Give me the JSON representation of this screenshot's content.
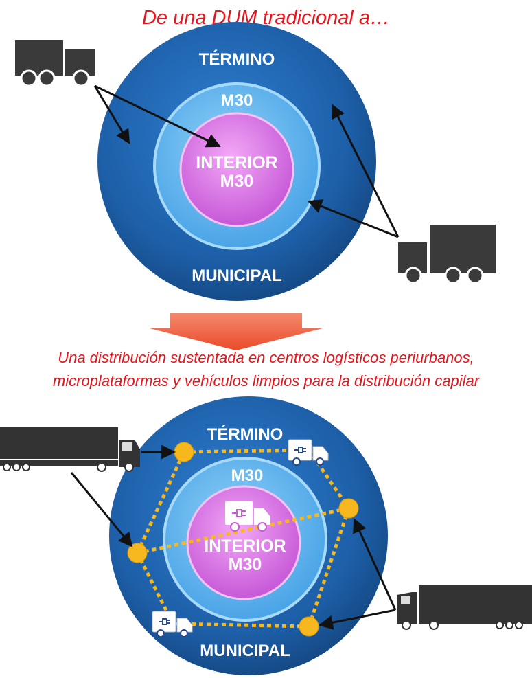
{
  "title": "De una DUM tradicional a…",
  "subtitle_line1": "Una distribución sustentada en centros logísticos periurbanos,",
  "subtitle_line2": "microplataformas y vehículos limpios para la distribución capilar",
  "top_diagram": {
    "outer_label_top": "TÉRMINO",
    "outer_label_bottom": "MUNICIPAL",
    "middle_label": "M30",
    "inner_label_1": "INTERIOR",
    "inner_label_2": "M30"
  },
  "bottom_diagram": {
    "outer_label_top": "TÉRMINO",
    "outer_label_bottom": "MUNICIPAL",
    "middle_label": "M30",
    "inner_label_1": "INTERIOR",
    "inner_label_2": "M30"
  },
  "colors": {
    "caption_red": "#e8141b",
    "outer_ring": "#1d5fa8",
    "middle_ring": "#5fb0ec",
    "inner_core": "#d86fe4",
    "node_yellow": "#f7b71f",
    "down_arrow": "#ee5b3a",
    "vehicle_dark": "#3a3a3a"
  },
  "icons": [
    "truck-icon",
    "lorry-icon",
    "electric-van-icon",
    "down-arrow-icon"
  ]
}
